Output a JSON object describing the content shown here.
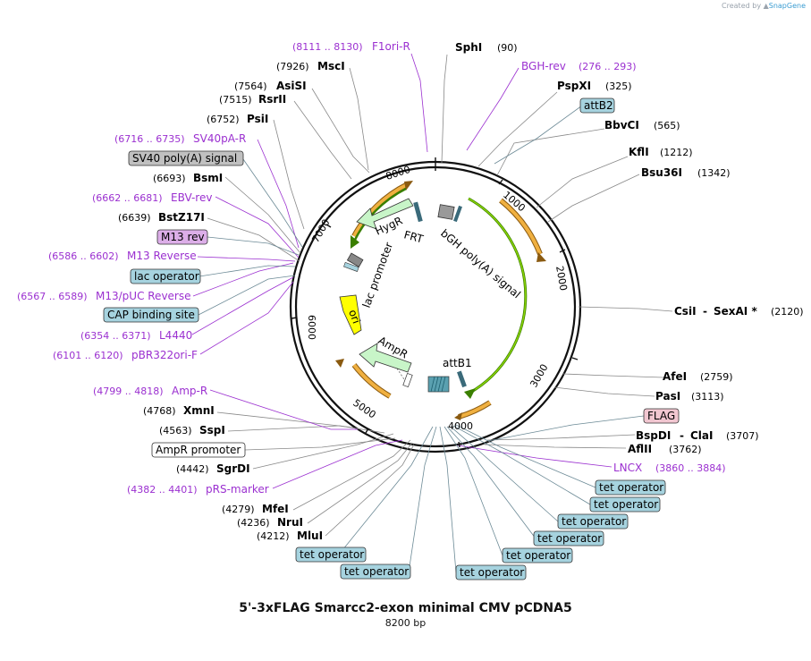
{
  "credit": {
    "prefix": "Created by",
    "brand": "SnapGene"
  },
  "plasmid": {
    "name": "5'-3xFLAG Smarcc2-exon minimal CMV pCDNA5",
    "length": "8200 bp"
  },
  "scale_ticks": [
    "1000",
    "2000",
    "3000",
    "4000",
    "5000",
    "6000",
    "7000",
    "8000"
  ],
  "inner_labels": [
    "HygR",
    "FRT",
    "bGH poly(A) signal",
    "lac promoter",
    "ori",
    "AmpR",
    "attB1"
  ],
  "enzymes": [
    {
      "name": "SphI",
      "pos": "(90)"
    },
    {
      "name": "PspXI",
      "pos": "(325)"
    },
    {
      "name": "BbvCI",
      "pos": "(565)"
    },
    {
      "name": "KflI",
      "pos": "(1212)"
    },
    {
      "name": "Bsu36I",
      "pos": "(1342)"
    },
    {
      "name": "CsiI",
      "pos": "(2120)",
      "extra": "SexAI *"
    },
    {
      "name": "AfeI",
      "pos": "(2759)"
    },
    {
      "name": "PasI",
      "pos": "(3113)"
    },
    {
      "name": "BspDI",
      "pos": "(3707)",
      "extra": "ClaI"
    },
    {
      "name": "AflII",
      "pos": "(3762)"
    },
    {
      "name": "MscI",
      "pos": "(7926)"
    },
    {
      "name": "AsiSI",
      "pos": "(7564)"
    },
    {
      "name": "RsrII",
      "pos": "(7515)"
    },
    {
      "name": "PsiI",
      "pos": "(6752)"
    },
    {
      "name": "BsmI",
      "pos": "(6693)"
    },
    {
      "name": "BstZ17I",
      "pos": "(6639)"
    },
    {
      "name": "XmnI",
      "pos": "(4768)"
    },
    {
      "name": "SspI",
      "pos": "(4563)"
    },
    {
      "name": "SgrDI",
      "pos": "(4442)"
    },
    {
      "name": "MfeI",
      "pos": "(4279)"
    },
    {
      "name": "NruI",
      "pos": "(4236)"
    },
    {
      "name": "MluI",
      "pos": "(4212)"
    }
  ],
  "primers": [
    {
      "name": "F1ori-R",
      "range": "(8111 .. 8130)"
    },
    {
      "name": "BGH-rev",
      "range": "(276 .. 293)"
    },
    {
      "name": "SV40pA-R",
      "range": "(6716 .. 6735)"
    },
    {
      "name": "EBV-rev",
      "range": "(6662 .. 6681)"
    },
    {
      "name": "M13 Reverse",
      "range": "(6586 .. 6602)"
    },
    {
      "name": "M13/pUC Reverse",
      "range": "(6567 .. 6589)"
    },
    {
      "name": "L4440",
      "range": "(6354 .. 6371)"
    },
    {
      "name": "pBR322ori-F",
      "range": "(6101 .. 6120)"
    },
    {
      "name": "Amp-R",
      "range": "(4799 .. 4818)"
    },
    {
      "name": "pRS-marker",
      "range": "(4382 .. 4401)"
    },
    {
      "name": "LNCX",
      "range": "(3860 .. 3884)"
    }
  ],
  "feature_boxes": [
    {
      "label": "attB2"
    },
    {
      "label": "SV40 poly(A) signal"
    },
    {
      "label": "M13 rev"
    },
    {
      "label": "lac operator"
    },
    {
      "label": "CAP binding site"
    },
    {
      "label": "FLAG"
    },
    {
      "label": "AmpR promoter"
    },
    {
      "label": "tet operator"
    },
    {
      "label": "tet operator"
    },
    {
      "label": "tet operator"
    },
    {
      "label": "tet operator"
    },
    {
      "label": "tet operator"
    },
    {
      "label": "tet operator"
    },
    {
      "label": "tet operator"
    },
    {
      "label": "tet operator"
    }
  ],
  "colors": {
    "primer": "#9b30d0",
    "box_blue": "#a6d3df",
    "box_gray": "#c0c0c0",
    "box_purple": "#dcaee8",
    "box_pink": "#f1c6d0",
    "box_white": "#ffffff",
    "gene_green": "#c8f5c8",
    "ori_yellow": "#ffff00",
    "orange_arrow": "#e8a030",
    "green_line": "#6bb800"
  }
}
